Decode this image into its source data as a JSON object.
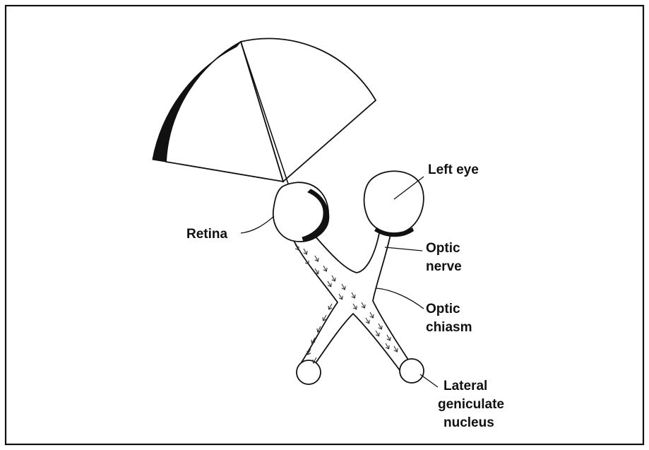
{
  "labels": {
    "left_eye": "Left eye",
    "retina": "Retina",
    "optic_nerve_line1": "Optic",
    "optic_nerve_line2": "nerve",
    "optic_chiasm_line1": "Optic",
    "optic_chiasm_line2": "chiasm",
    "lgn_line1": "Lateral",
    "lgn_line2": "geniculate",
    "lgn_line3": "nucleus"
  }
}
